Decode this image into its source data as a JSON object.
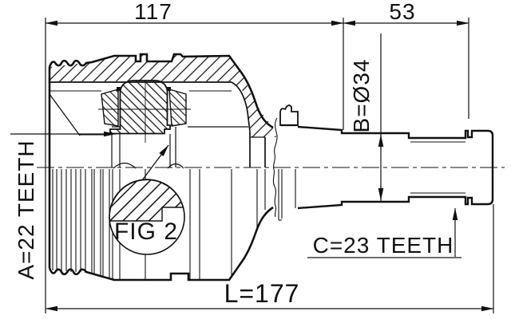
{
  "drawing": {
    "kind": "cv-joint-cross-section",
    "labels": {
      "dim_117": "117",
      "dim_53": "53",
      "label_a": "A=22 TEETH",
      "label_b": "B=Ø34",
      "label_fig": "FIG 2",
      "label_c": "C=23 TEETH",
      "dim_l": "L=177"
    },
    "colors": {
      "ink": "#111111",
      "background": "#ffffff"
    }
  }
}
